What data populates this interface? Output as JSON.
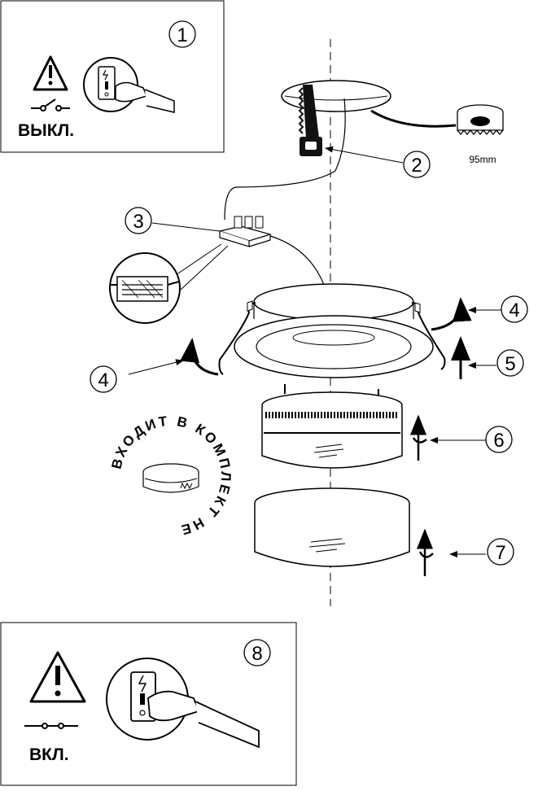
{
  "steps": {
    "step1": "1",
    "step2": "2",
    "step3": "3",
    "step4a": "4",
    "step4b": "4",
    "step5": "5",
    "step6": "6",
    "step7": "7",
    "step8": "8"
  },
  "labels": {
    "off": "ВЫКЛ.",
    "on": "ВКЛ.",
    "hole_size": "95mm",
    "not_included": "ВХОДИТ В КОМПЛЕКТ НЕ"
  },
  "icons": {
    "warning": "warning-triangle-icon",
    "switch_hand": "switch-hand-icon",
    "hole_saw": "hole-saw-icon",
    "saw": "hand-saw-icon"
  }
}
